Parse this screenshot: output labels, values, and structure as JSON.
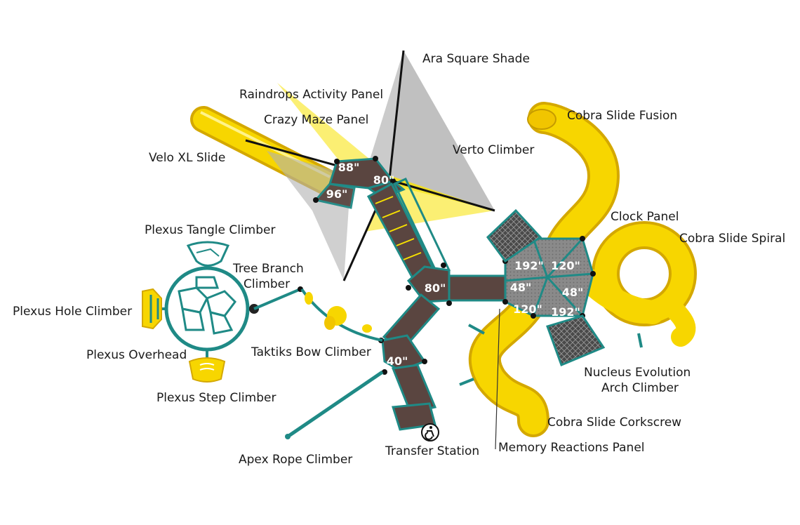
{
  "labels": {
    "ara_square_shade": "Ara Square Shade",
    "raindrops_activity_panel": "Raindrops Activity Panel",
    "crazy_maze_panel": "Crazy Maze Panel",
    "cobra_slide_fusion": "Cobra Slide Fusion",
    "verto_climber": "Verto Climber",
    "velo_xl_slide": "Velo XL Slide",
    "clock_panel": "Clock Panel",
    "cobra_slide_spiral": "Cobra Slide Spiral",
    "plexus_tangle_climber": "Plexus Tangle Climber",
    "tree_branch_climber_line1": "Tree Branch",
    "tree_branch_climber_line2": "Climber",
    "plexus_hole_climber": "Plexus Hole Climber",
    "plexus_overhead": "Plexus Overhead",
    "taktiks_bow_climber": "Taktiks Bow Climber",
    "nucleus_evolution_line1": "Nucleus Evolution",
    "nucleus_evolution_line2": "Arch Climber",
    "plexus_step_climber": "Plexus Step Climber",
    "cobra_slide_corkscrew": "Cobra Slide Corkscrew",
    "memory_reactions_panel": "Memory Reactions Panel",
    "transfer_station": "Transfer Station",
    "apex_rope_climber": "Apex Rope Climber"
  },
  "heights": {
    "deck_88": "88\"",
    "deck_80_top": "80\"",
    "deck_96": "96\"",
    "deck_80_mid": "80\"",
    "deck_40": "40\"",
    "hex_192_top": "192\"",
    "hex_120_top": "120\"",
    "hex_48_left": "48\"",
    "hex_48_right": "48\"",
    "hex_120_bottom": "120\"",
    "hex_192_bottom": "192\""
  },
  "colors": {
    "slide_yellow": "#f7d600",
    "slide_yellow_dark": "#d4a800",
    "deck_brown": "#5a4540",
    "frame_teal": "#1f8a86",
    "shade_grey": "#b9b9b9",
    "hex_grey": "#8c8c8c"
  }
}
